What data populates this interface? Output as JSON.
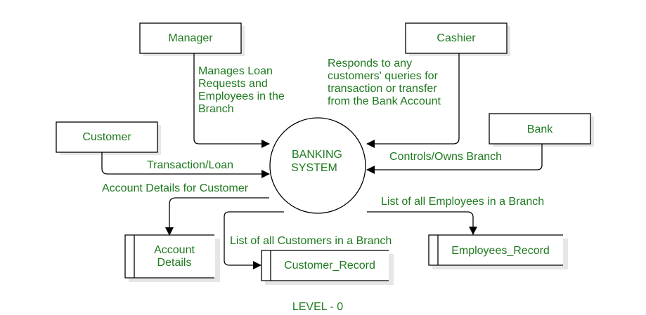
{
  "process": {
    "label_lines": [
      "BANKING",
      "SYSTEM"
    ]
  },
  "entities": {
    "manager": "Manager",
    "cashier": "Cashier",
    "customer": "Customer",
    "bank": "Bank"
  },
  "stores": {
    "account_details": [
      "Account",
      "Details"
    ],
    "customer_record": "Customer_Record",
    "employees_record": "Employees_Record"
  },
  "flows": {
    "manager_to_system": [
      "Manages Loan",
      "Requests and",
      "Employees in the",
      "Branch"
    ],
    "cashier_to_system": [
      "Responds to any",
      "customers' queries for",
      "transaction or transfer",
      "from the Bank Account"
    ],
    "bank_to_system": "Controls/Owns Branch",
    "customer_to_system": "Transaction/Loan",
    "system_to_account": "Account Details for Customer",
    "system_to_customer_record": "List of all Customers in a Branch",
    "system_to_employees_record": "List of all Employees in a Branch"
  },
  "footer": {
    "level": "LEVEL - 0"
  }
}
